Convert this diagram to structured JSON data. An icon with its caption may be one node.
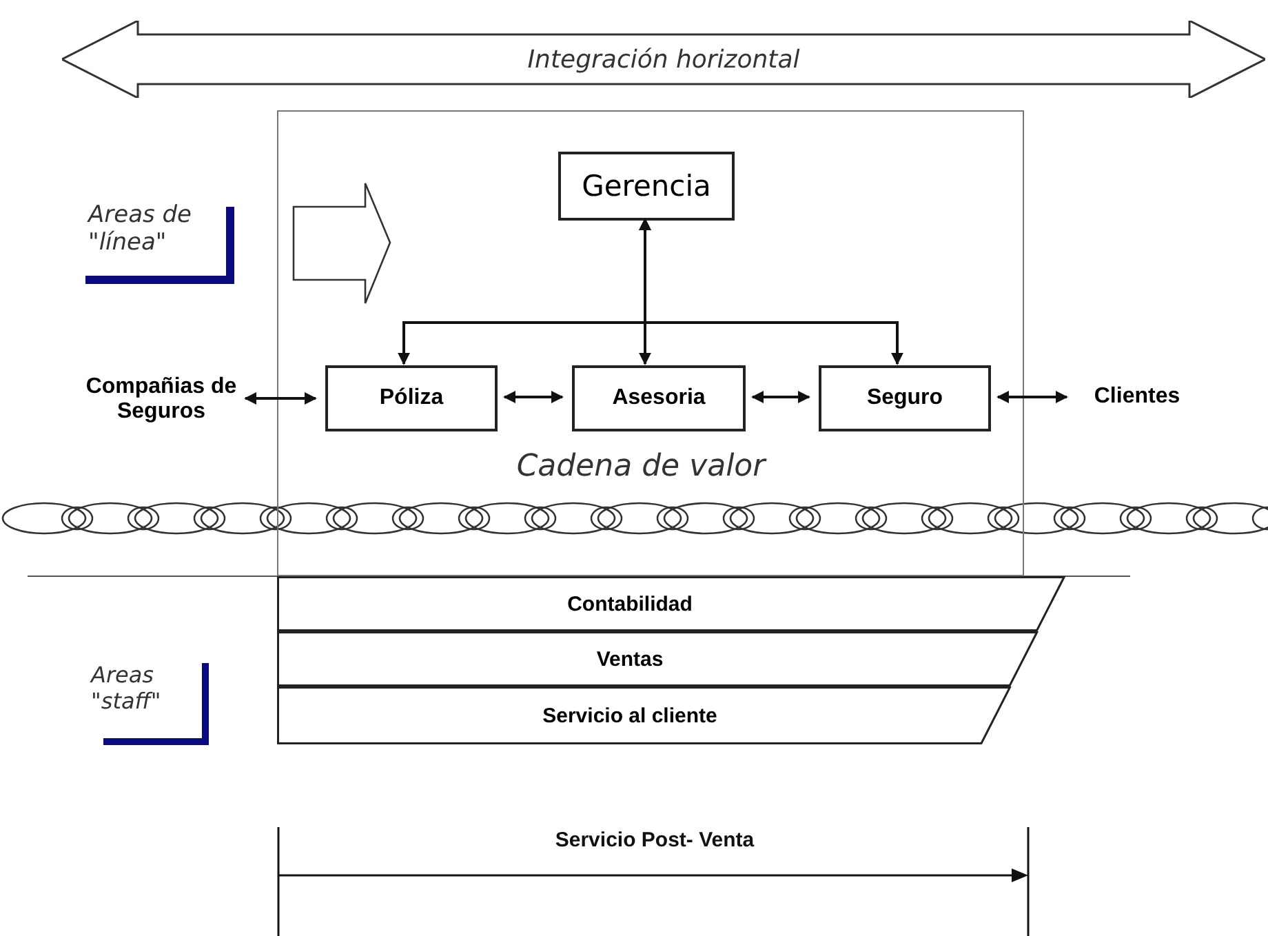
{
  "diagram": {
    "nodes": [
      {
        "text": [
          "Integración horizontal"
        ]
      },
      {
        "text": [],
        "shape": "box"
      },
      {
        "text": [
          "Gerencia"
        ],
        "in": 1
      },
      {
        "text": [
          "Compañias de Seguros"
        ]
      },
      {
        "text": [
          "Póliza"
        ],
        "in": 1
      },
      {
        "text": [
          "Asesoria"
        ],
        "in": 1
      },
      {
        "text": [
          "Seguro"
        ],
        "in": 1
      },
      {
        "text": [
          "Clientes"
        ]
      },
      {
        "text": [
          "Contabilidad"
        ]
      },
      {
        "text": [
          "Ventas"
        ]
      },
      {
        "text": [
          "Servicio al cliente"
        ]
      }
    ],
    "edges": [
      {
        "from": 2,
        "to": 5,
        "arrow": "both"
      },
      {
        "from": 2,
        "to": 4,
        "arrow": "both"
      },
      {
        "from": 2,
        "to": 6,
        "arrow": "both"
      },
      {
        "from": 3,
        "to": 4,
        "arrow": "both"
      },
      {
        "from": 4,
        "to": 5,
        "arrow": "both"
      },
      {
        "from": 5,
        "to": 6,
        "arrow": "both"
      },
      {
        "from": 6,
        "to": 7,
        "arrow": "both"
      }
    ],
    "labels": [
      "Areas de \"línea\"",
      "Cadena de valor",
      "Areas \"staff\"",
      "Servicio Post- Venta"
    ]
  }
}
